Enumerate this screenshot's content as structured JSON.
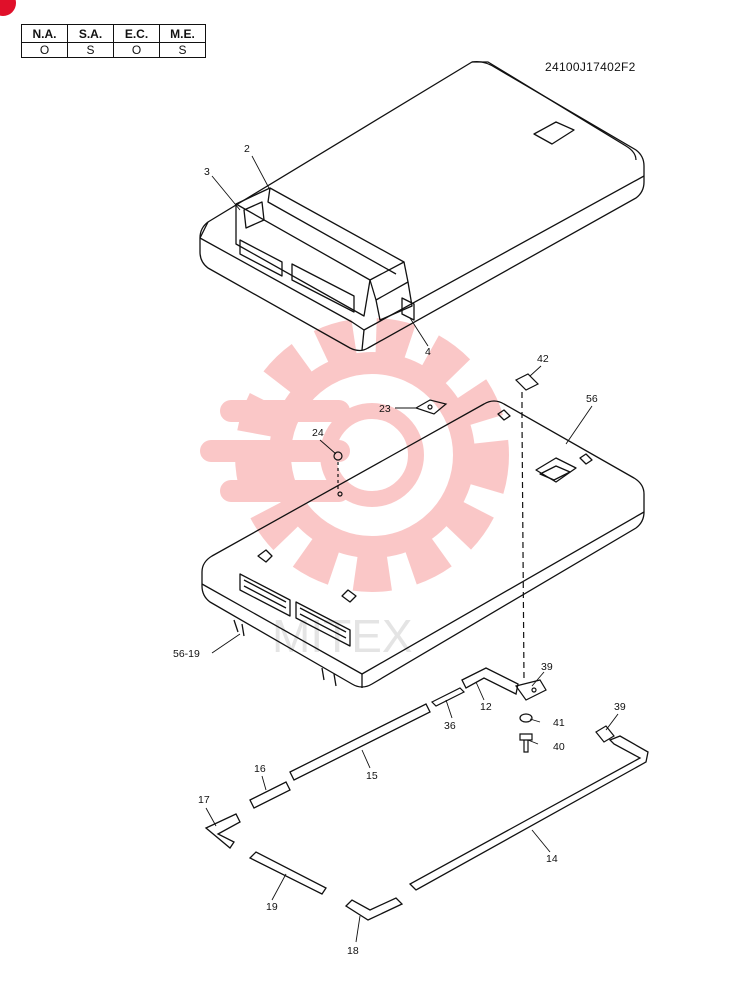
{
  "applicability": {
    "headers": [
      "N.A.",
      "S.A.",
      "E.C.",
      "M.E."
    ],
    "values": [
      "O",
      "S",
      "O",
      "S"
    ]
  },
  "figure_code": "24100J17402F2",
  "watermark_text": "MITEX",
  "colors": {
    "line": "#111111",
    "watermark": "#f04a4a",
    "badge": "#e0102a"
  },
  "callouts": {
    "c2": "2",
    "c3": "3",
    "c4": "4",
    "c42": "42",
    "c23": "23",
    "c56": "56",
    "c24": "24",
    "c5619": "56-19",
    "c39a": "39",
    "c12": "12",
    "c41": "41",
    "c36": "36",
    "c40": "40",
    "c39b": "39",
    "c15": "15",
    "c16": "16",
    "c17": "17",
    "c14": "14",
    "c19": "19",
    "c18": "18"
  }
}
